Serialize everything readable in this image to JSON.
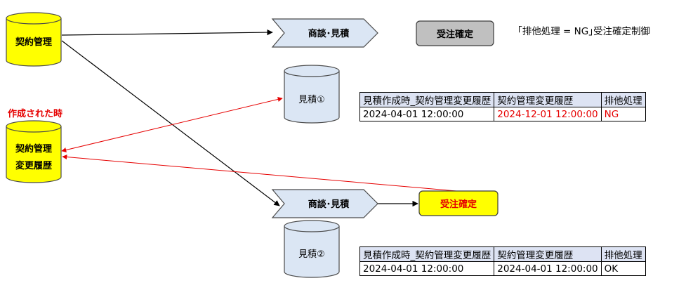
{
  "cylinders": {
    "contract": "契約管理",
    "history_line1": "契約管理",
    "history_line2": "変更履歴",
    "quote1": "見積①",
    "quote2": "見積②"
  },
  "process": {
    "top": "商談･見積",
    "bottom": "商談･見積"
  },
  "buttons": {
    "confirm_gray": "受注確定",
    "confirm_yellow": "受注確定"
  },
  "labels": {
    "note": "｢排他処理 = NG｣受注確定制御",
    "created_when": "作成された時"
  },
  "colors": {
    "cylinder_fill": "#ffff00",
    "quote_fill": "#dbe6f4",
    "arrow_red": "#e60000",
    "header_fill": "#dde3f3"
  },
  "tables": [
    {
      "headers": [
        "見積作成時_契約管理変更履歴",
        "契約管理変更履歴",
        "排他処理"
      ],
      "row": [
        "2024-04-01 12:00:00",
        "2024-12-01 12:00:00",
        "NG"
      ],
      "highlight": [
        false,
        true,
        true
      ]
    },
    {
      "headers": [
        "見積作成時_契約管理変更履歴",
        "契約管理変更履歴",
        "排他処理"
      ],
      "row": [
        "2024-04-01 12:00:00",
        "2024-04-01 12:00:00",
        "OK"
      ],
      "highlight": [
        false,
        false,
        false
      ]
    }
  ]
}
